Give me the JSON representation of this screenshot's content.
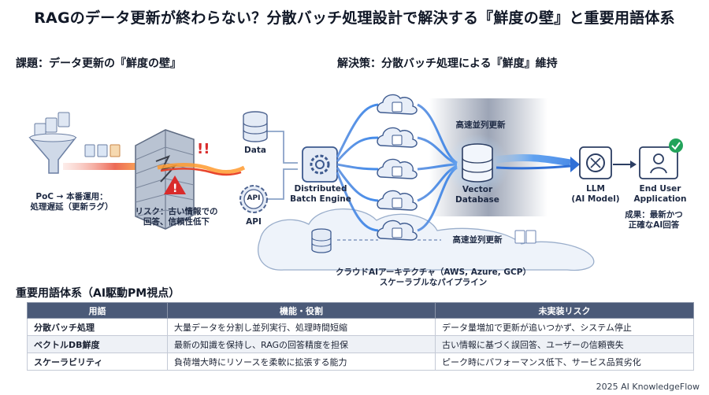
{
  "title": "RAGのデータ更新が終わらない？分散バッチ処理設計で解決する『鮮度の壁』と重要用語体系",
  "problem": {
    "heading": "課題：データ更新の『鮮度の壁』",
    "poc_label": "PoC → 本番運用：\n処理遅延（更新ラグ）",
    "risk_label": "リスク：古い情報での\n回答、信頼性低下"
  },
  "solution": {
    "heading": "解決策：分散バッチ処理による『鮮度』維持",
    "data_label": "Data",
    "api_label": "API",
    "api_icon_text": "API",
    "engine_label": "Distributed\nBatch Engine",
    "parallel_label_top": "高速並列更新",
    "parallel_label_bottom": "高速並列更新",
    "vector_db_label": "Vector\nDatabase",
    "llm_label": "LLM\n(AI Model)",
    "app_label": "End User\nApplication",
    "result_label": "成果：最新かつ\n正確なAI回答",
    "cloud_label": "クラウドAIアーキテクチャ（AWS, Azure, GCP）\nスケーラブルなパイプライン"
  },
  "terms": {
    "heading": "重要用語体系（AI駆動PM視点）",
    "columns": [
      "用語",
      "機能・役割",
      "未実装リスク"
    ],
    "rows": [
      {
        "term": "分散バッチ処理",
        "role": "大量データを分割し並列実行、処理時間短縮",
        "risk": "データ量増加で更新が追いつかず、システム停止"
      },
      {
        "term": "ベクトルDB鮮度",
        "role": "最新の知識を保持し、RAGの回答精度を担保",
        "risk": "古い情報に基づく誤回答、ユーザーの信頼喪失"
      },
      {
        "term": "スケーラビリティ",
        "role": "負荷増大時にリソースを柔軟に拡張する能力",
        "risk": "ピーク時にパフォーマンス低下、サービス品質劣化"
      }
    ]
  },
  "footer": "2025 AI KnowledgeFlow",
  "colors": {
    "accent": "#2f6fd6",
    "alert": "#d92b2b",
    "success": "#22a35a",
    "header": "#4b5a78"
  }
}
